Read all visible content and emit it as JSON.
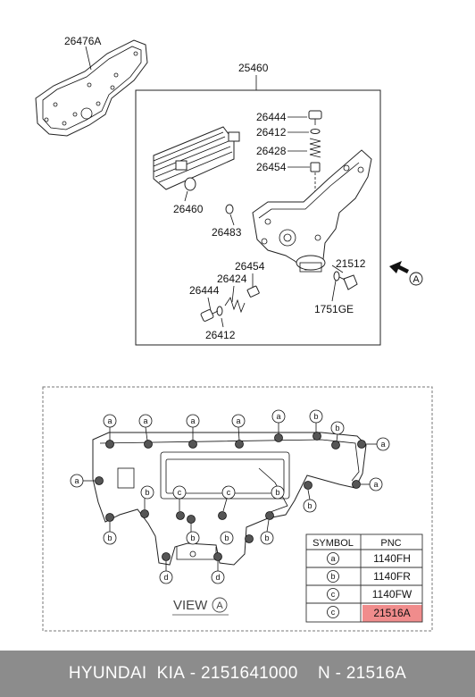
{
  "parts": {
    "gasket": "26476A",
    "assembly": "25460",
    "bolt_top": "26444",
    "oring_top": "26412",
    "spring_top": "26428",
    "valve_top": "26454",
    "cooler_oring": "26460",
    "oring_mid": "26483",
    "valve_bottom": "26454",
    "spring_bottom": "26424",
    "bolt_bottom": "26444",
    "oring_bottom": "26412",
    "plug": "21512",
    "plug_gasket": "1751GE"
  },
  "view_arrow_letter": "A",
  "view": {
    "word": "VIEW",
    "letter": "A"
  },
  "markers": {
    "a": "a",
    "b": "b",
    "c": "c",
    "d": "d"
  },
  "table": {
    "headers": [
      "SYMBOL",
      "PNC"
    ],
    "rows": [
      {
        "symbol": "a",
        "pnc": "1140FH",
        "highlight": false
      },
      {
        "symbol": "b",
        "pnc": "1140FR",
        "highlight": false
      },
      {
        "symbol": "c",
        "pnc": "1140FW",
        "highlight": false
      },
      {
        "symbol": "c",
        "pnc": "21516A",
        "highlight": true
      }
    ],
    "highlight_color": "#f08c8c"
  },
  "footer": {
    "brand": "HYUNDAI  KIA",
    "part_number": "2151641000",
    "part_code": "N - 21516A",
    "separator": " - "
  }
}
